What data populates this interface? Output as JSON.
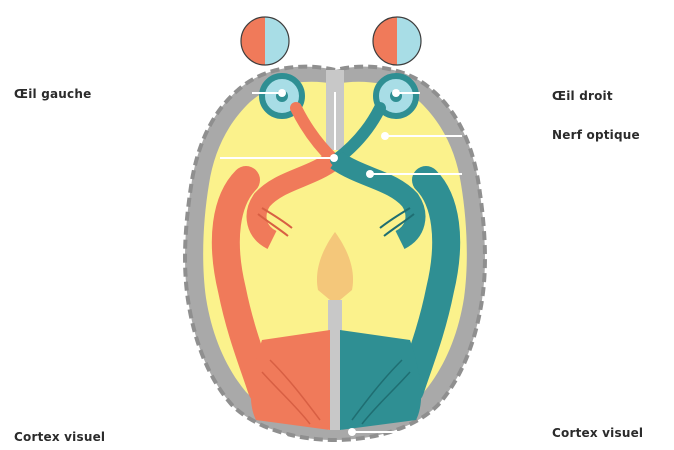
{
  "labels": {
    "left_eye": "Œil gauche",
    "right_eye": "Œil droit",
    "optic_nerve": "Nerf optique",
    "cortex_left": "Cortex visuel",
    "cortex_right": "Cortex visuel"
  },
  "colors": {
    "background": "#ffffff",
    "cortex_outline": "#a9a9a9",
    "brain_fill": "#fbf28c",
    "left_pathway": "#f07a5a",
    "right_pathway": "#2f8f93",
    "eye_fill": "#a8dde6",
    "leader_line": "#ffffff",
    "label_text": "#2b2b2b"
  }
}
